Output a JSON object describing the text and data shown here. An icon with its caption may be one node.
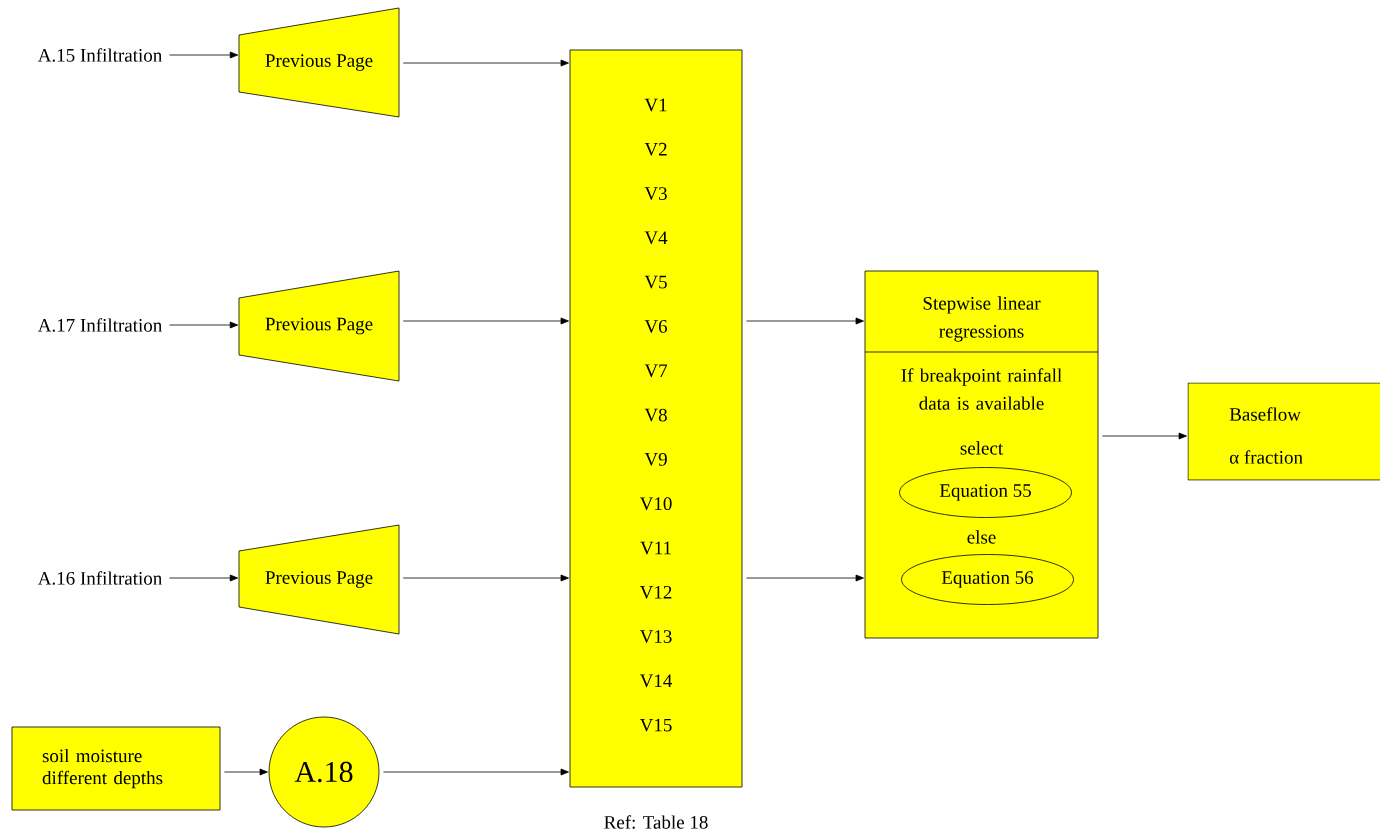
{
  "diagram": {
    "nodes": [
      {
        "text": [
          "A.15 Infiltration"
        ]
      },
      {
        "text": [
          "Previous Page"
        ]
      },
      {
        "text": [
          "A.17 Infiltration"
        ]
      },
      {
        "text": [
          "Previous Page"
        ]
      },
      {
        "text": [
          "A.16 Infiltration"
        ]
      },
      {
        "text": [
          "Previous Page"
        ]
      },
      {
        "text": [
          "soil moisture different depths"
        ]
      },
      {
        "text": [
          "A.18"
        ]
      },
      {
        "text": [
          "V1",
          "V2",
          "V3",
          "V4",
          "V5",
          "V6",
          "V7",
          "V8",
          "V9",
          "V10",
          "V11",
          "V12",
          "V13",
          "V14",
          "V15"
        ],
        "beside": [
          "Ref: Table 18"
        ]
      },
      {
        "text": [
          "Stepwise linear regressions",
          "If breakpoint rainfall data is available",
          "select",
          "else"
        ]
      },
      {
        "text": [
          "Equation 55"
        ],
        "in": 9
      },
      {
        "text": [
          "Equation 56"
        ],
        "in": 9
      },
      {
        "text": [
          "Baseflow",
          "α fraction"
        ]
      }
    ],
    "edges": [
      {
        "from": 0,
        "to": 1,
        "arrow": "to"
      },
      {
        "from": 1,
        "to": 8,
        "arrow": "to"
      },
      {
        "from": 2,
        "to": 3,
        "arrow": "to"
      },
      {
        "from": 3,
        "to": 8,
        "arrow": "to"
      },
      {
        "from": 4,
        "to": 5,
        "arrow": "to"
      },
      {
        "from": 5,
        "to": 8,
        "arrow": "to"
      },
      {
        "from": 6,
        "to": 7,
        "arrow": "to"
      },
      {
        "from": 7,
        "to": 8,
        "arrow": "to"
      },
      {
        "from": 8,
        "to": 9,
        "arrow": "to"
      },
      {
        "from": 8,
        "to": 9,
        "arrow": "to"
      },
      {
        "from": 9,
        "to": 12,
        "arrow": "to"
      }
    ]
  }
}
